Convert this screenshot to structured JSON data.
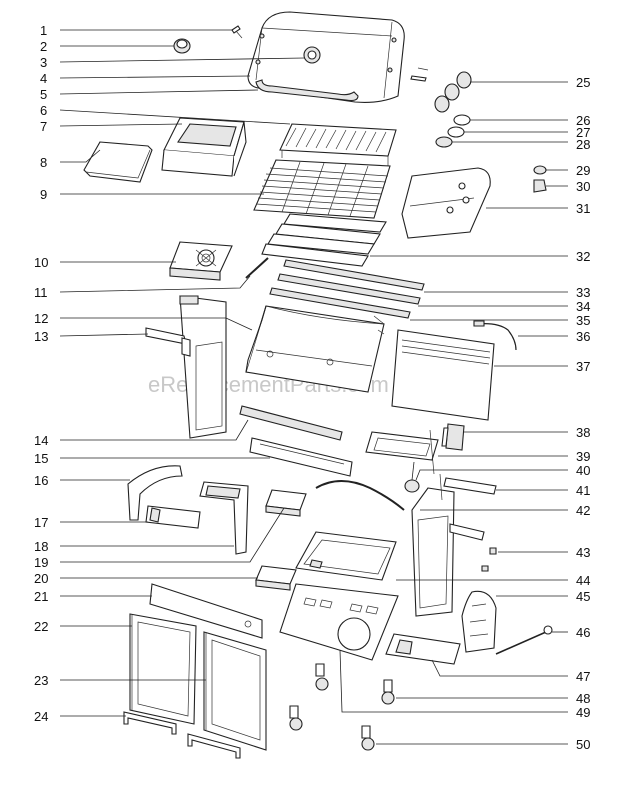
{
  "watermark": "eReplacementParts.com",
  "callouts_left": [
    "1",
    "2",
    "3",
    "4",
    "5",
    "6",
    "7",
    "8",
    "9",
    "10",
    "11",
    "12",
    "13",
    "14",
    "15",
    "16",
    "17",
    "18",
    "19",
    "20",
    "21",
    "22",
    "23",
    "24"
  ],
  "callouts_right": [
    "25",
    "26",
    "27",
    "28",
    "29",
    "30",
    "31",
    "32",
    "33",
    "34",
    "35",
    "36",
    "37",
    "38",
    "39",
    "40",
    "41",
    "42",
    "43",
    "44",
    "45",
    "46",
    "47",
    "48",
    "49",
    "50"
  ]
}
